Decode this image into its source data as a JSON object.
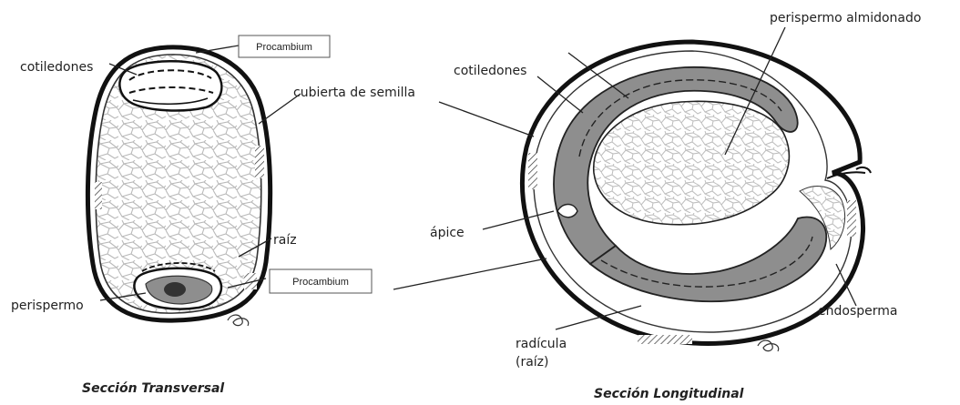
{
  "transverse": {
    "caption": "Sección Transversal",
    "labels": {
      "cotyledons": "cotiledones",
      "procambium_top": "Procambium",
      "seed_coat": "cubierta de semilla",
      "root": "raíz",
      "procambium_bottom": "Procambium",
      "perisperm": "perispermo"
    }
  },
  "longitudinal": {
    "caption": "Sección Longitudinal",
    "labels": {
      "starchy_perisperm": "perispermo almidonado",
      "cotyledons": "cotiledones",
      "apex": "ápice",
      "endosperm": "endosperma",
      "radicle_line1": "radícula",
      "radicle_line2": "(raíz)"
    }
  },
  "colors": {
    "ink": "#222222",
    "embryo_fill": "#8e8e8e",
    "cell_wall": "#c9c9c9",
    "background": "#ffffff"
  }
}
